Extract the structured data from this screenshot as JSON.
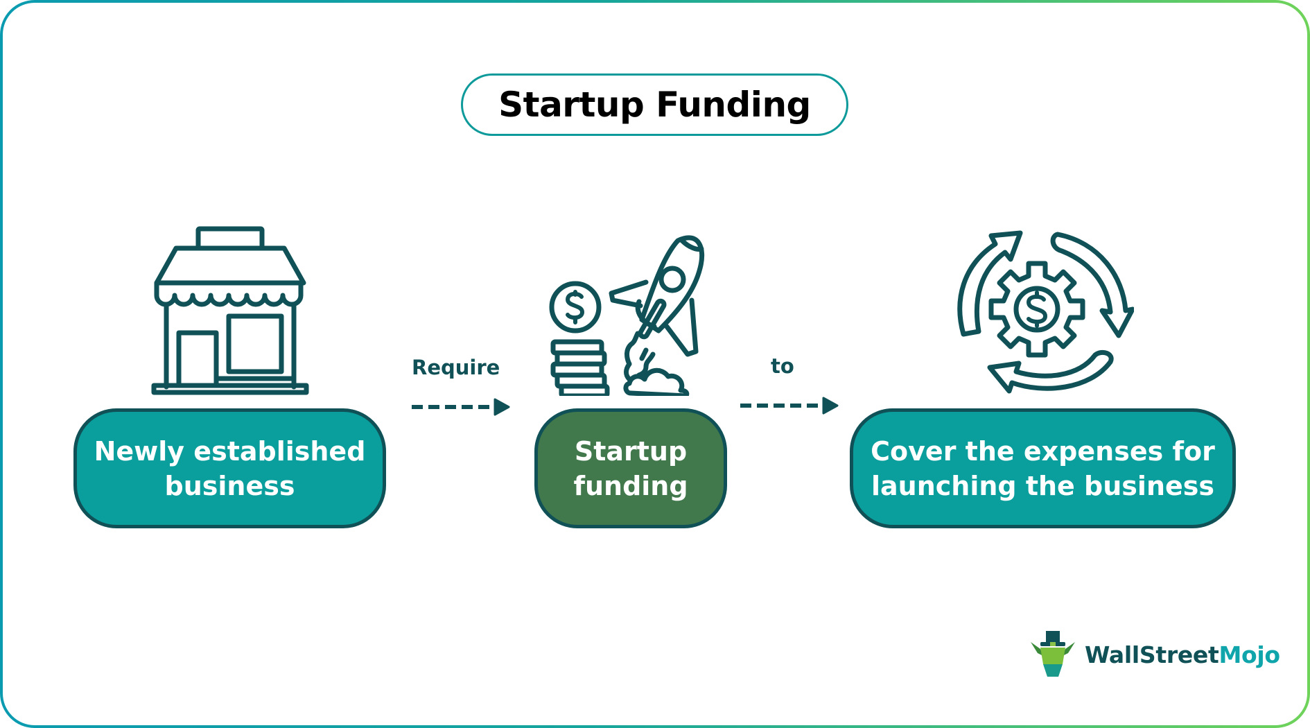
{
  "title": "Startup Funding",
  "flow": {
    "steps": [
      {
        "label_line1": "Newly established",
        "label_line2": "business",
        "icon": "storefront-icon",
        "fill": "#0a9e9c"
      },
      {
        "label_line1": "Startup",
        "label_line2": "funding",
        "icon": "rocket-coins-icon",
        "fill": "#41784c"
      },
      {
        "label_line1": "Cover the expenses for",
        "label_line2": "launching the business",
        "icon": "dollar-gear-cycle-icon",
        "fill": "#0a9e9c"
      }
    ],
    "connectors": [
      {
        "label": "Require",
        "icon": "dashed-arrow-right-icon"
      },
      {
        "label": "to",
        "icon": "dashed-arrow-right-icon"
      }
    ]
  },
  "logo": {
    "part1": "WallStreet",
    "part2": "Mojo"
  },
  "colors": {
    "icon_stroke": "#0f5156",
    "teal_fill": "#0a9e9c",
    "green_fill": "#41784c",
    "border_gradient_start": "#0b9bb0",
    "border_gradient_end": "#6fd35a",
    "title_border": "#0e9a9a"
  }
}
